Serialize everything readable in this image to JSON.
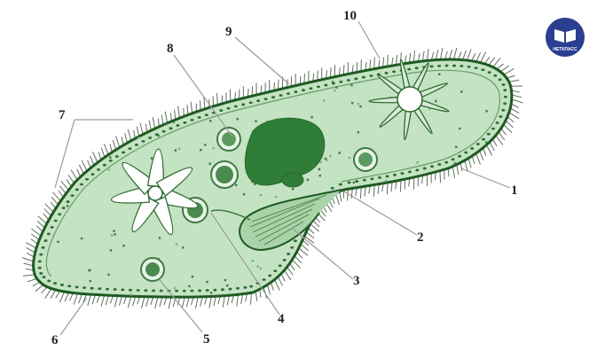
{
  "labels": {
    "l1": "1",
    "l2": "2",
    "l3": "3",
    "l4": "4",
    "l5": "5",
    "l6": "6",
    "l7": "7",
    "l8": "8",
    "l9": "9",
    "l10": "10"
  },
  "badge": {
    "text": "НЕТКЛАСС",
    "icon": "book-icon"
  },
  "colors": {
    "cell_fill": "#c4e3c3",
    "membrane": "#1e5a22",
    "cilia": "#5a6a5a",
    "nucleus": "#2f7d36",
    "vacuole_fill": "#ffffff",
    "badge": "#2a3f8f"
  }
}
